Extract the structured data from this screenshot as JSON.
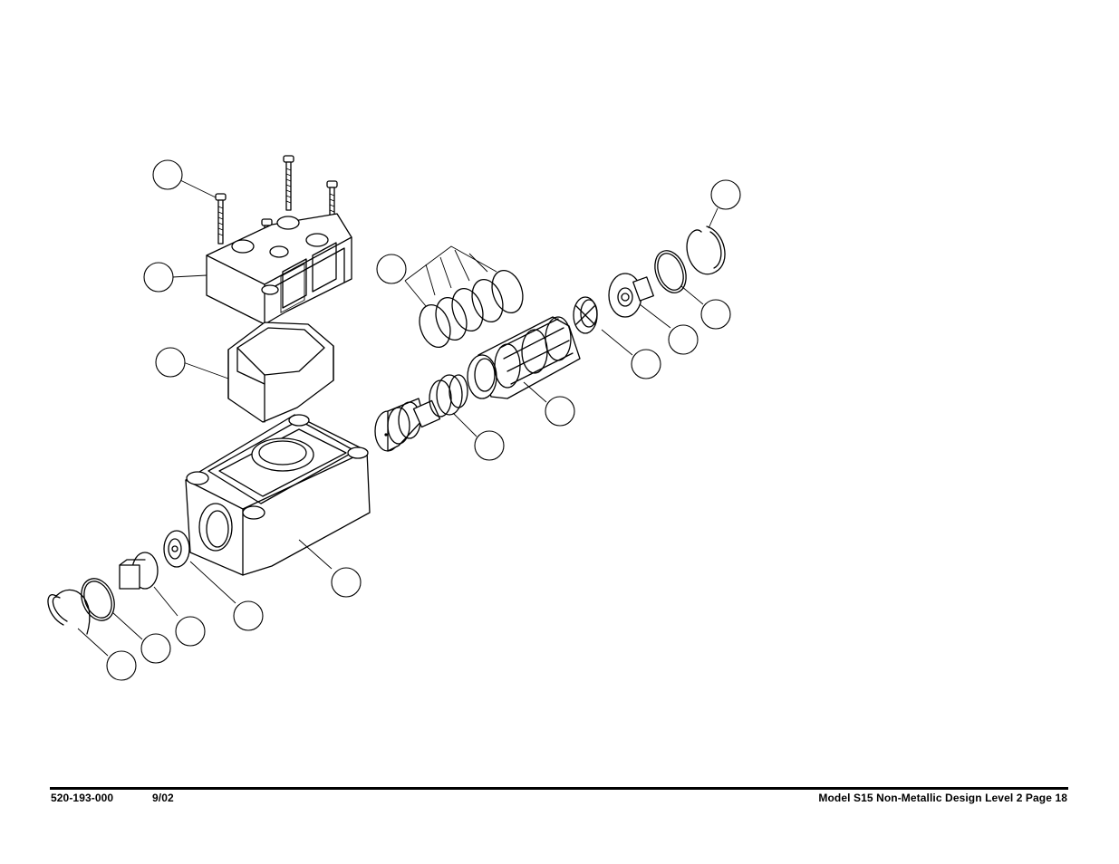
{
  "footer": {
    "doc_number": "520-193-000",
    "date": "9/02",
    "caption": "Model S15 Non-Metallic Design Level 2 Page 18"
  }
}
